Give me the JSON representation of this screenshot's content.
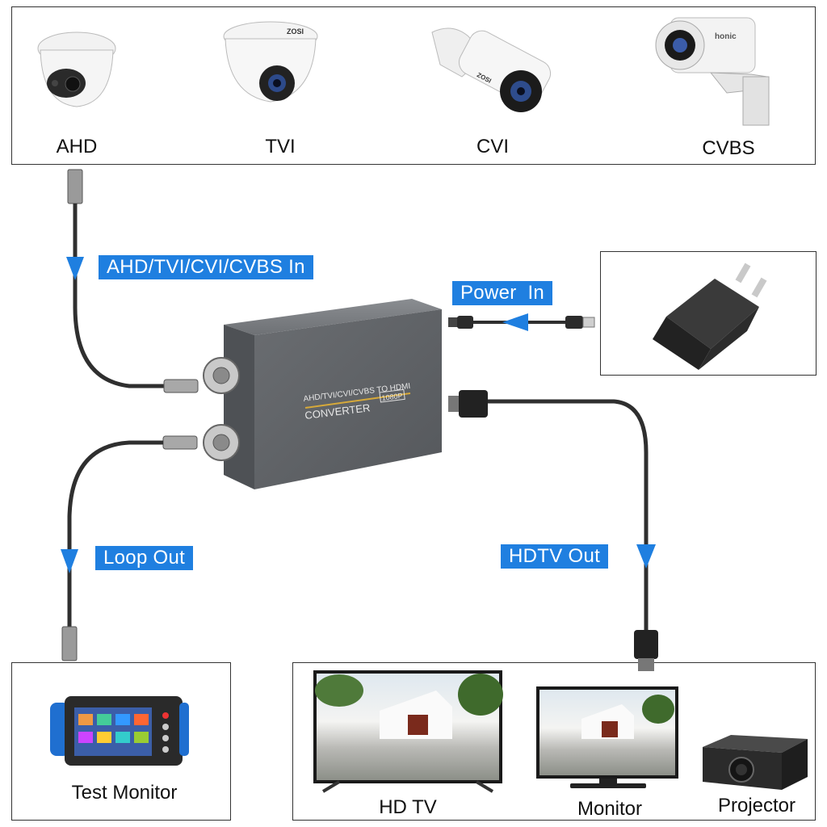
{
  "cameras": {
    "ahd": {
      "label": "AHD",
      "brand": ""
    },
    "tvi": {
      "label": "TVI",
      "brand": "ZOSI"
    },
    "cvi": {
      "label": "CVI",
      "brand": "ZOSI"
    },
    "cvbs": {
      "label": "CVBS",
      "brand": "honic"
    }
  },
  "flow_labels": {
    "input": "AHD/TVI/CVI/CVBS In",
    "power": "Power  In",
    "loop": "Loop Out",
    "hdtv": "HDTV Out"
  },
  "converter": {
    "line1": "AHD/TVI/CVI/CVBS TO HDMI",
    "badge": "1080P",
    "line2": "CONVERTER"
  },
  "outputs": {
    "test_monitor": "Test Monitor",
    "hd_tv": "HD TV",
    "monitor": "Monitor",
    "projector": "Projector"
  },
  "colors": {
    "accent": "#1f7fe0",
    "device": "#5f6266",
    "cable": "#333333"
  },
  "icons": [
    "dome-camera-icon",
    "bullet-camera-icon",
    "power-adapter-icon",
    "converter-box-icon",
    "tv-icon",
    "projector-icon",
    "test-monitor-icon"
  ]
}
